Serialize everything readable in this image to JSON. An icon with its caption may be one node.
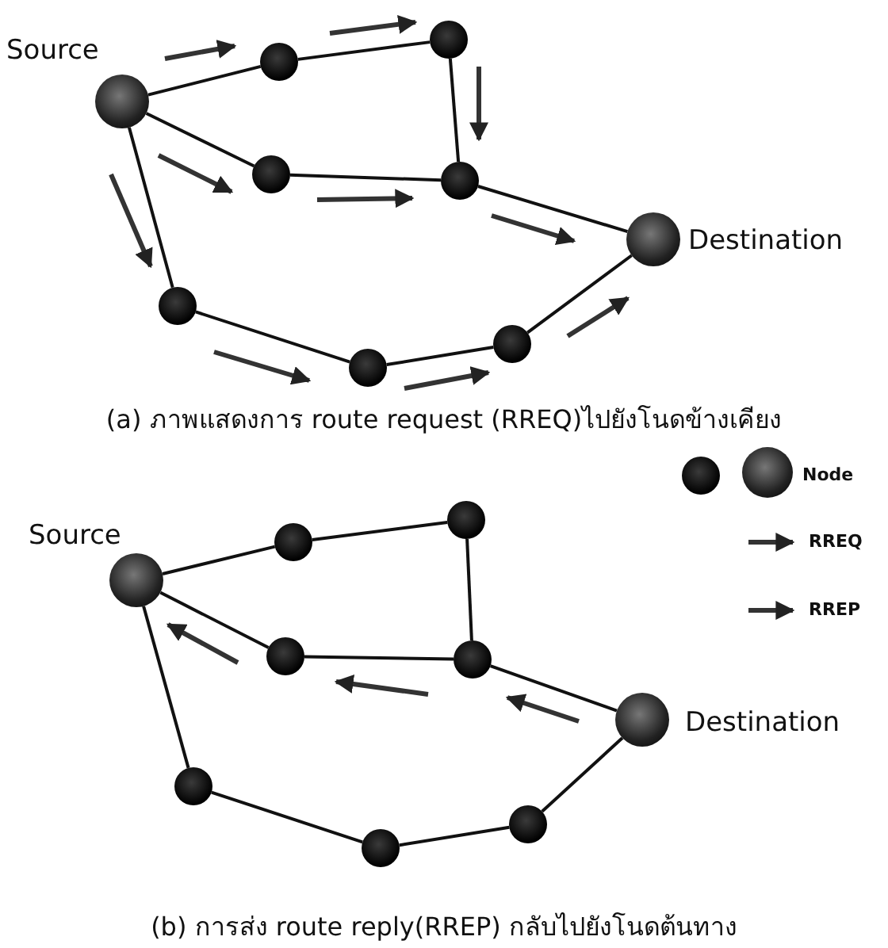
{
  "diagram": {
    "nodes": [
      {
        "text": [
          "Source"
        ]
      },
      {
        "text": [],
        "shape": "circle"
      },
      {
        "text": [],
        "shape": "circle"
      },
      {
        "text": [],
        "shape": "circle"
      },
      {
        "text": [],
        "shape": "circle"
      },
      {
        "text": [
          "Destination"
        ]
      },
      {
        "text": [],
        "shape": "circle"
      },
      {
        "text": [],
        "shape": "circle"
      },
      {
        "text": [],
        "shape": "circle"
      },
      {
        "text": [
          "Source"
        ]
      },
      {
        "text": [],
        "shape": "circle"
      },
      {
        "text": [],
        "shape": "circle"
      },
      {
        "text": [],
        "shape": "circle"
      },
      {
        "text": [],
        "shape": "circle"
      },
      {
        "text": [
          "Destination"
        ]
      },
      {
        "text": [],
        "shape": "circle"
      },
      {
        "text": [],
        "shape": "circle"
      },
      {
        "text": [],
        "shape": "circle"
      }
    ],
    "edges": [
      {
        "from": 0,
        "to": 1,
        "arrow": "none"
      },
      {
        "from": 1,
        "to": 2,
        "arrow": "none"
      },
      {
        "from": 2,
        "to": 4,
        "arrow": "none"
      },
      {
        "from": 0,
        "to": 3,
        "arrow": "none"
      },
      {
        "from": 3,
        "to": 4,
        "arrow": "none"
      },
      {
        "from": 4,
        "to": 5,
        "arrow": "none"
      },
      {
        "from": 0,
        "to": 6,
        "arrow": "none"
      },
      {
        "from": 6,
        "to": 7,
        "arrow": "none"
      },
      {
        "from": 7,
        "to": 8,
        "arrow": "none"
      },
      {
        "from": 8,
        "to": 5,
        "arrow": "none"
      },
      {
        "from": 9,
        "to": 10,
        "arrow": "none"
      },
      {
        "from": 10,
        "to": 11,
        "arrow": "none"
      },
      {
        "from": 11,
        "to": 13,
        "arrow": "none"
      },
      {
        "from": 9,
        "to": 12,
        "arrow": "none"
      },
      {
        "from": 12,
        "to": 13,
        "arrow": "none"
      },
      {
        "from": 13,
        "to": 14,
        "arrow": "none"
      },
      {
        "from": 9,
        "to": 15,
        "arrow": "none"
      },
      {
        "from": 15,
        "to": 16,
        "arrow": "none"
      },
      {
        "from": 16,
        "to": 17,
        "arrow": "none"
      },
      {
        "from": 17,
        "to": 14,
        "arrow": "none"
      }
    ],
    "labels": [
      "(a) ภาพแสดงการ route request (RREQ)ไปยังโนดข้างเคียง",
      "(b) การส่ง route reply(RREP) กลับไปยังโนดต้นทาง"
    ],
    "legend": [
      {
        "text": "Node"
      },
      {
        "text": "RREQ"
      },
      {
        "text": "RREP"
      }
    ]
  }
}
